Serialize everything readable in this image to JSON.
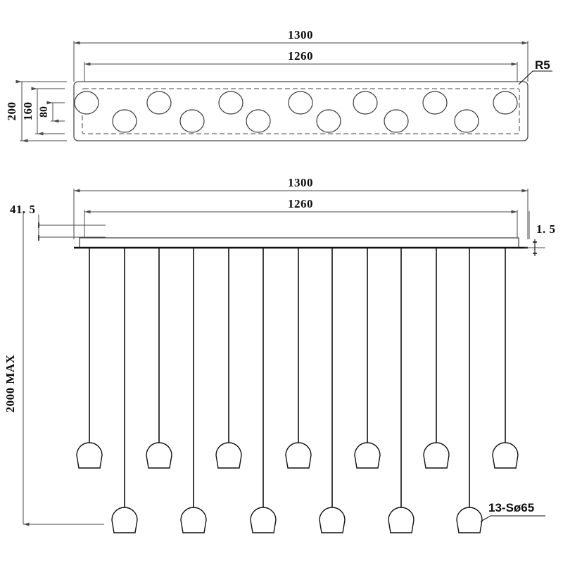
{
  "drawing": {
    "title": "Linear pendant chandelier - plan and elevation",
    "background_color": "#ffffff",
    "line_color": "#3a3a3a",
    "text_color": "#0d0d0d",
    "units": "mm"
  },
  "plan_view": {
    "name": "plan-view",
    "dimensions": {
      "overall_length": "1300",
      "inner_length": "1260",
      "overall_width": "200",
      "inner_width": "160",
      "row_offset": "80"
    },
    "corner_radius_note": "R5",
    "hole_count_upper_row": 7,
    "hole_count_lower_row": 6,
    "hole_total": 13
  },
  "elevation_view": {
    "name": "elevation-view",
    "dimensions": {
      "overall_length": "1300",
      "inner_length": "1260",
      "plate_height": "41. 5",
      "plate_thickness": "1. 5",
      "max_drop": "2000 MAX"
    },
    "pendant_note": "13-Sø65",
    "short_pendant_count": 7,
    "long_pendant_count": 6,
    "pendant_total": 13
  },
  "labels": {
    "dim_1300_top": "1300",
    "dim_1260_top": "1260",
    "dim_200": "200",
    "dim_160": "160",
    "dim_80": "80",
    "note_r5": "R5",
    "dim_1300_bottom": "1300",
    "dim_1260_bottom": "1260",
    "dim_41_5": "41. 5",
    "dim_1_5": "1. 5",
    "dim_2000_max": "2000 MAX",
    "note_holes": "13-Sø65"
  }
}
